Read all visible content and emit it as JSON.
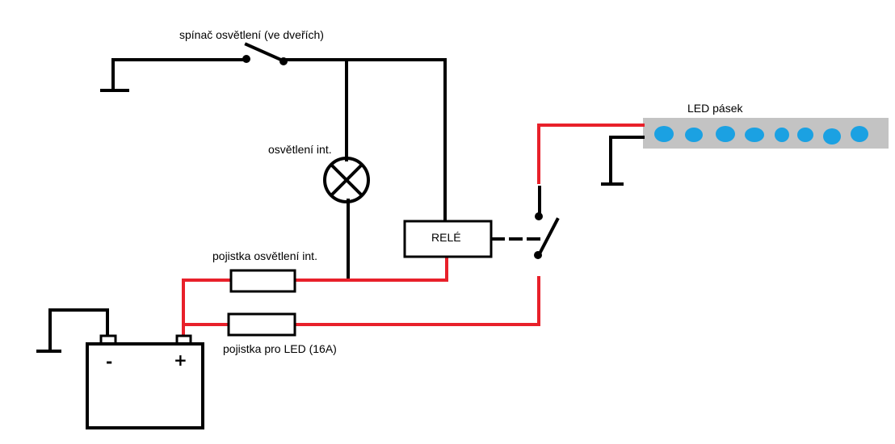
{
  "labels": {
    "door_switch": "spínač osvětlení (ve dveřích)",
    "interior_light": "osvětlení int.",
    "relay": "RELÉ",
    "fuse_interior": "pojistka osvětlení int.",
    "fuse_led": "pojistka pro LED (16A)",
    "led_strip": "LED pásek",
    "battery_minus": "-",
    "battery_plus": "+"
  },
  "colors": {
    "wire_black": "#000000",
    "wire_red": "#e8202a",
    "led_strip_bg": "#c3c3c3",
    "led_dot": "#1ba1e2"
  }
}
